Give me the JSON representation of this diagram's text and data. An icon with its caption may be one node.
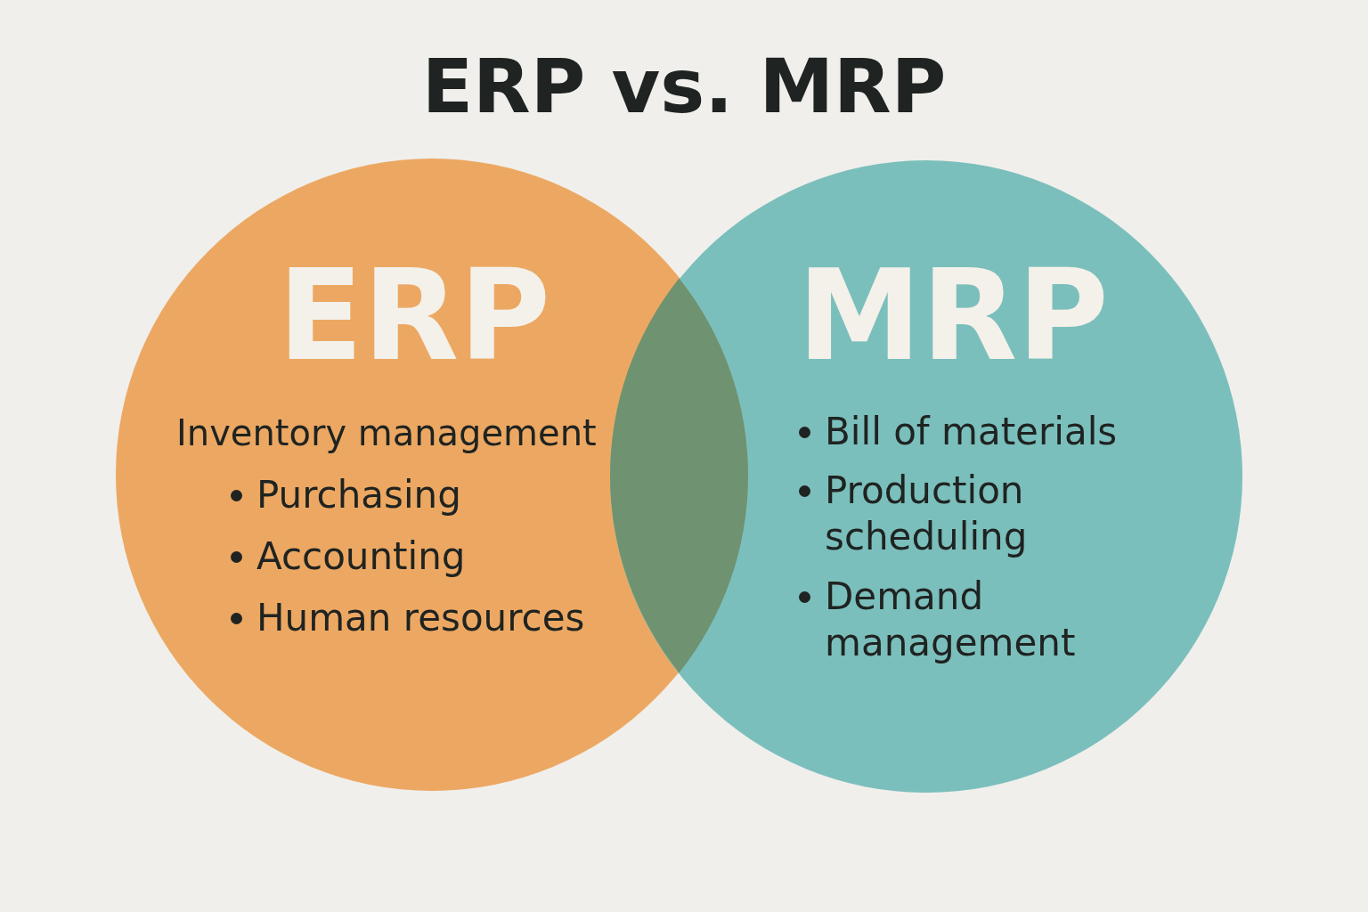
{
  "diagram": {
    "title": "ERP vs. MRP",
    "nodes": [
      {
        "text": [
          "ERP",
          "Inventory management",
          "Purchasing",
          "Accounting",
          "Human resources"
        ]
      },
      {
        "text": [
          "MRP",
          "Bill of materials",
          "Production scheduling",
          "Demand management"
        ]
      }
    ]
  }
}
